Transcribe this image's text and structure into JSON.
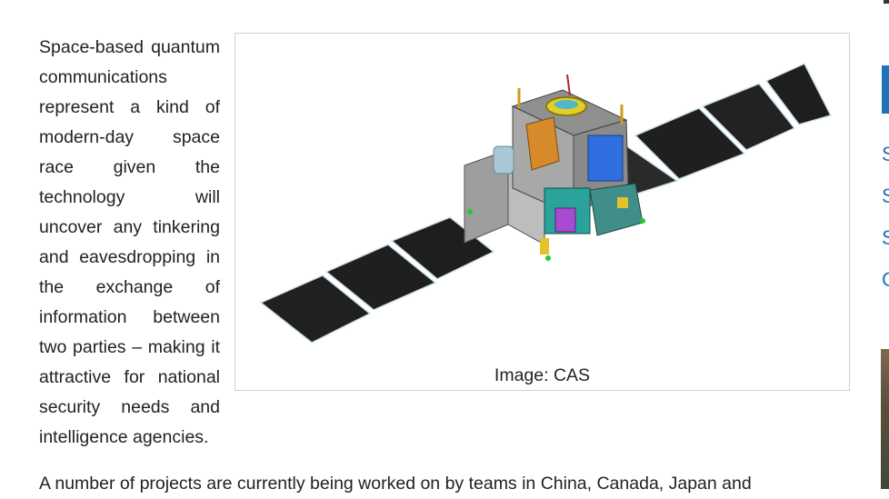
{
  "article": {
    "para1": "Space-based quantum communications represent a kind of modern-day space race given the technology will uncover any tinkering and eavesdropping in the exchange of information between two parties – making it attractive for national security needs and intelligence agencies.",
    "para2": "A number of projects are currently being worked on by teams in China, Canada, Japan and"
  },
  "figure": {
    "caption": "Image: CAS",
    "image_subject": "satellite-illustration"
  },
  "sidebar": {
    "links": [
      "S",
      "S",
      "S",
      "C"
    ],
    "accent_color": "#1d74b8"
  },
  "colors": {
    "text": "#222222",
    "link": "#1d74b8",
    "panel": "#1f1f1f",
    "body_gray": "#a9a9a9"
  }
}
